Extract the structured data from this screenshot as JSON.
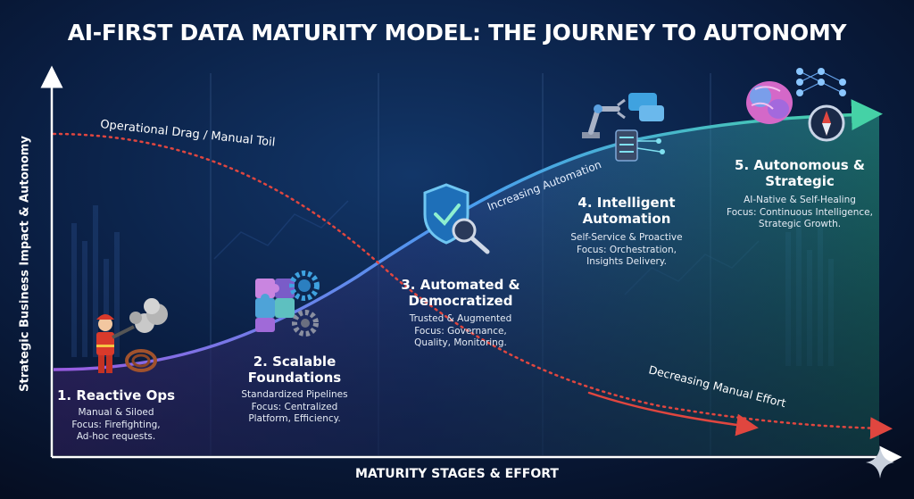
{
  "title": "AI-FIRST DATA MATURITY MODEL: THE JOURNEY TO AUTONOMY",
  "axes": {
    "x_label": "MATURITY STAGES & EFFORT",
    "y_label": "Strategic Business Impact & Autonomy"
  },
  "curves": {
    "operational_drag": "Operational Drag / Manual Toil",
    "increasing_automation": "Increasing Automation",
    "decreasing_effort": "Decreasing Manual Effort"
  },
  "stages": [
    {
      "number": "1.",
      "title_line1": "Reactive Ops",
      "title_line2": "",
      "subtitle": "Manual & Siloed",
      "focus_line1": "Focus: Firefighting,",
      "focus_line2": "Ad-hoc requests.",
      "icon": "firefighter-icon"
    },
    {
      "number": "2.",
      "title_line1": "Scalable",
      "title_line2": "Foundations",
      "subtitle": "Standardized Pipelines",
      "focus_line1": "Focus: Centralized",
      "focus_line2": "Platform, Efficiency.",
      "icon": "puzzle-gears-icon"
    },
    {
      "number": "3.",
      "title_line1": "Automated &",
      "title_line2": "Democratized",
      "subtitle": "Trusted & Augmented",
      "focus_line1": "Focus: Governance,",
      "focus_line2": "Quality, Monitoring.",
      "icon": "shield-magnifier-icon"
    },
    {
      "number": "4.",
      "title_line1": "Intelligent",
      "title_line2": "Automation",
      "subtitle": "Self-Service & Proactive",
      "focus_line1": "Focus: Orchestration,",
      "focus_line2": "Insights Delivery.",
      "icon": "robot-arm-icon"
    },
    {
      "number": "5.",
      "title_line1": "Autonomous &",
      "title_line2": "Strategic",
      "subtitle": "AI-Native & Self-Healing",
      "focus_line1": "Focus: Continuous Intelligence,",
      "focus_line2": "Strategic Growth.",
      "icon": "brain-compass-icon"
    }
  ],
  "colors": {
    "background": "#07142c",
    "curve_start": "#8a4bd6",
    "curve_mid": "#3f8ee8",
    "curve_end": "#3ec9a0",
    "dotted_red": "#e0463f",
    "text": "#ffffff"
  },
  "corner_icon": "sparkle-icon"
}
